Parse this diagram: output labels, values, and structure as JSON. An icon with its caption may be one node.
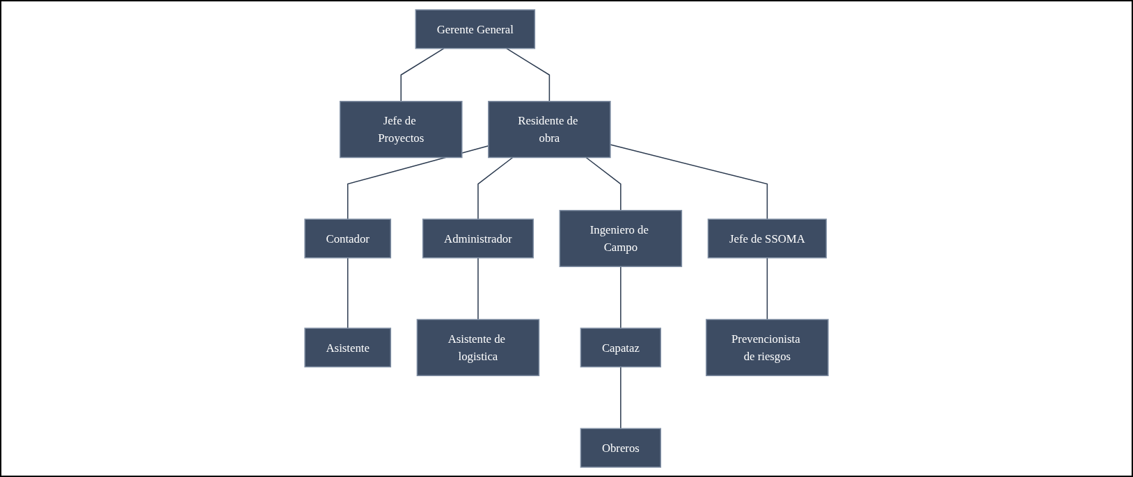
{
  "diagram": {
    "nodes": [
      {
        "text": [
          "Gerente General"
        ]
      },
      {
        "text": [
          "Jefe de Proyectos"
        ]
      },
      {
        "text": [
          "Residente de obra"
        ]
      },
      {
        "text": [
          "Contador"
        ]
      },
      {
        "text": [
          "Administrador"
        ]
      },
      {
        "text": [
          "Ingeniero de Campo"
        ]
      },
      {
        "text": [
          "Jefe de SSOMA"
        ]
      },
      {
        "text": [
          "Asistente"
        ]
      },
      {
        "text": [
          "Asistente de logistica"
        ]
      },
      {
        "text": [
          "Capataz"
        ]
      },
      {
        "text": [
          "Obreros"
        ]
      },
      {
        "text": [
          "Prevencionista de riesgos"
        ]
      }
    ],
    "edges": [
      {
        "from": 0,
        "to": 1,
        "arrow": "none"
      },
      {
        "from": 0,
        "to": 2,
        "arrow": "none"
      },
      {
        "from": 2,
        "to": 3,
        "arrow": "none"
      },
      {
        "from": 2,
        "to": 4,
        "arrow": "none"
      },
      {
        "from": 2,
        "to": 5,
        "arrow": "none"
      },
      {
        "from": 2,
        "to": 6,
        "arrow": "none"
      },
      {
        "from": 3,
        "to": 7,
        "arrow": "none"
      },
      {
        "from": 4,
        "to": 8,
        "arrow": "none"
      },
      {
        "from": 5,
        "to": 9,
        "arrow": "none"
      },
      {
        "from": 9,
        "to": 10,
        "arrow": "none"
      },
      {
        "from": 6,
        "to": 11,
        "arrow": "none"
      }
    ]
  }
}
